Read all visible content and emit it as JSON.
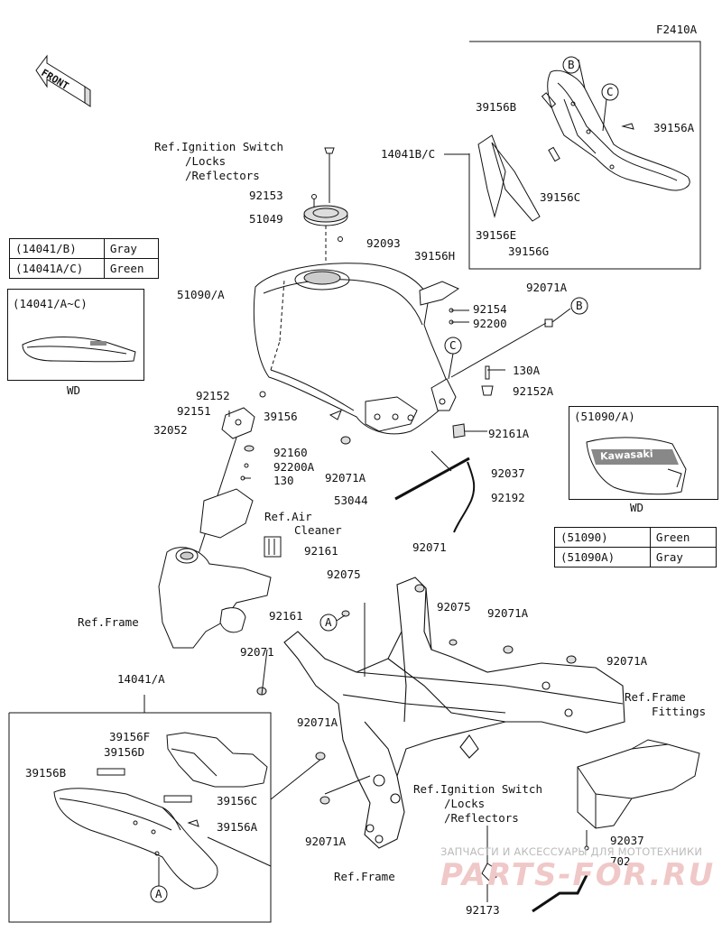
{
  "figure_code": "F2410A",
  "front_label": "FRONT",
  "labels": {
    "ref_ignition_top_1": "Ref.Ignition Switch",
    "ref_ignition_top_2": "/Locks",
    "ref_ignition_top_3": "/Reflectors",
    "p92153": "92153",
    "p51049": "51049",
    "p92093": "92093",
    "p51090A": "51090/A",
    "p39156H": "39156H",
    "p92154": "92154",
    "p92200": "92200",
    "p92071A_1": "92071A",
    "p130A": "130A",
    "p92152A": "92152A",
    "p92152": "92152",
    "p92151": "92151",
    "p32052": "32052",
    "p39156": "39156",
    "p92160": "92160",
    "p92200A": "92200A",
    "p130": "130",
    "p92071A_2": "92071A",
    "p92161A": "92161A",
    "p92037_1": "92037",
    "p53044": "53044",
    "p92192": "92192",
    "ref_air_1": "Ref.Air",
    "ref_air_2": "Cleaner",
    "p92161_1": "92161",
    "p92161_2": "92161",
    "ref_frame_1": "Ref.Frame",
    "p92075_1": "92075",
    "p92071_1": "92071",
    "p92075_2": "92075",
    "p92071A_3": "92071A",
    "p92071A_4": "92071A",
    "p92071_2": "92071",
    "p14041A": "14041/A",
    "ref_frame_fittings_1": "Ref.Frame",
    "ref_frame_fittings_2": "Fittings",
    "p92071A_5": "92071A",
    "p39156F": "39156F",
    "p39156D": "39156D",
    "p39156B_2": "39156B",
    "p39156C_2": "39156C",
    "p39156A_2": "39156A",
    "p92071A_6": "92071A",
    "ref_ignition_bot_1": "Ref.Ignition Switch",
    "ref_ignition_bot_2": "/Locks",
    "ref_ignition_bot_3": "/Reflectors",
    "ref_frame_2": "Ref.Frame",
    "p92037_2": "92037",
    "p702": "702",
    "p92173": "92173",
    "p14041BC": "14041B/C",
    "p39156B_1": "39156B",
    "p39156A_1": "39156A",
    "p39156C_1": "39156C",
    "p39156E": "39156E",
    "p39156G": "39156G",
    "wd_left_title": "(14041/A~C)",
    "wd_left": "WD",
    "wd_right_title": "(51090/A)",
    "wd_right": "WD",
    "callout_A": "A",
    "callout_B": "B",
    "callout_C": "C"
  },
  "color_table_left": [
    {
      "part": "(14041/B)",
      "color": "Gray"
    },
    {
      "part": "(14041A/C)",
      "color": "Green"
    }
  ],
  "color_table_right": [
    {
      "part": "(51090)",
      "color": "Green"
    },
    {
      "part": "(51090A)",
      "color": "Gray"
    }
  ],
  "watermark": {
    "line1": "ЗАПЧАСТИ И АКСЕССУАРЫ ДЛЯ МОТОТЕХНИКИ",
    "line2": "PARTS-FOR.RU"
  },
  "logo_text": "Kawasaki"
}
